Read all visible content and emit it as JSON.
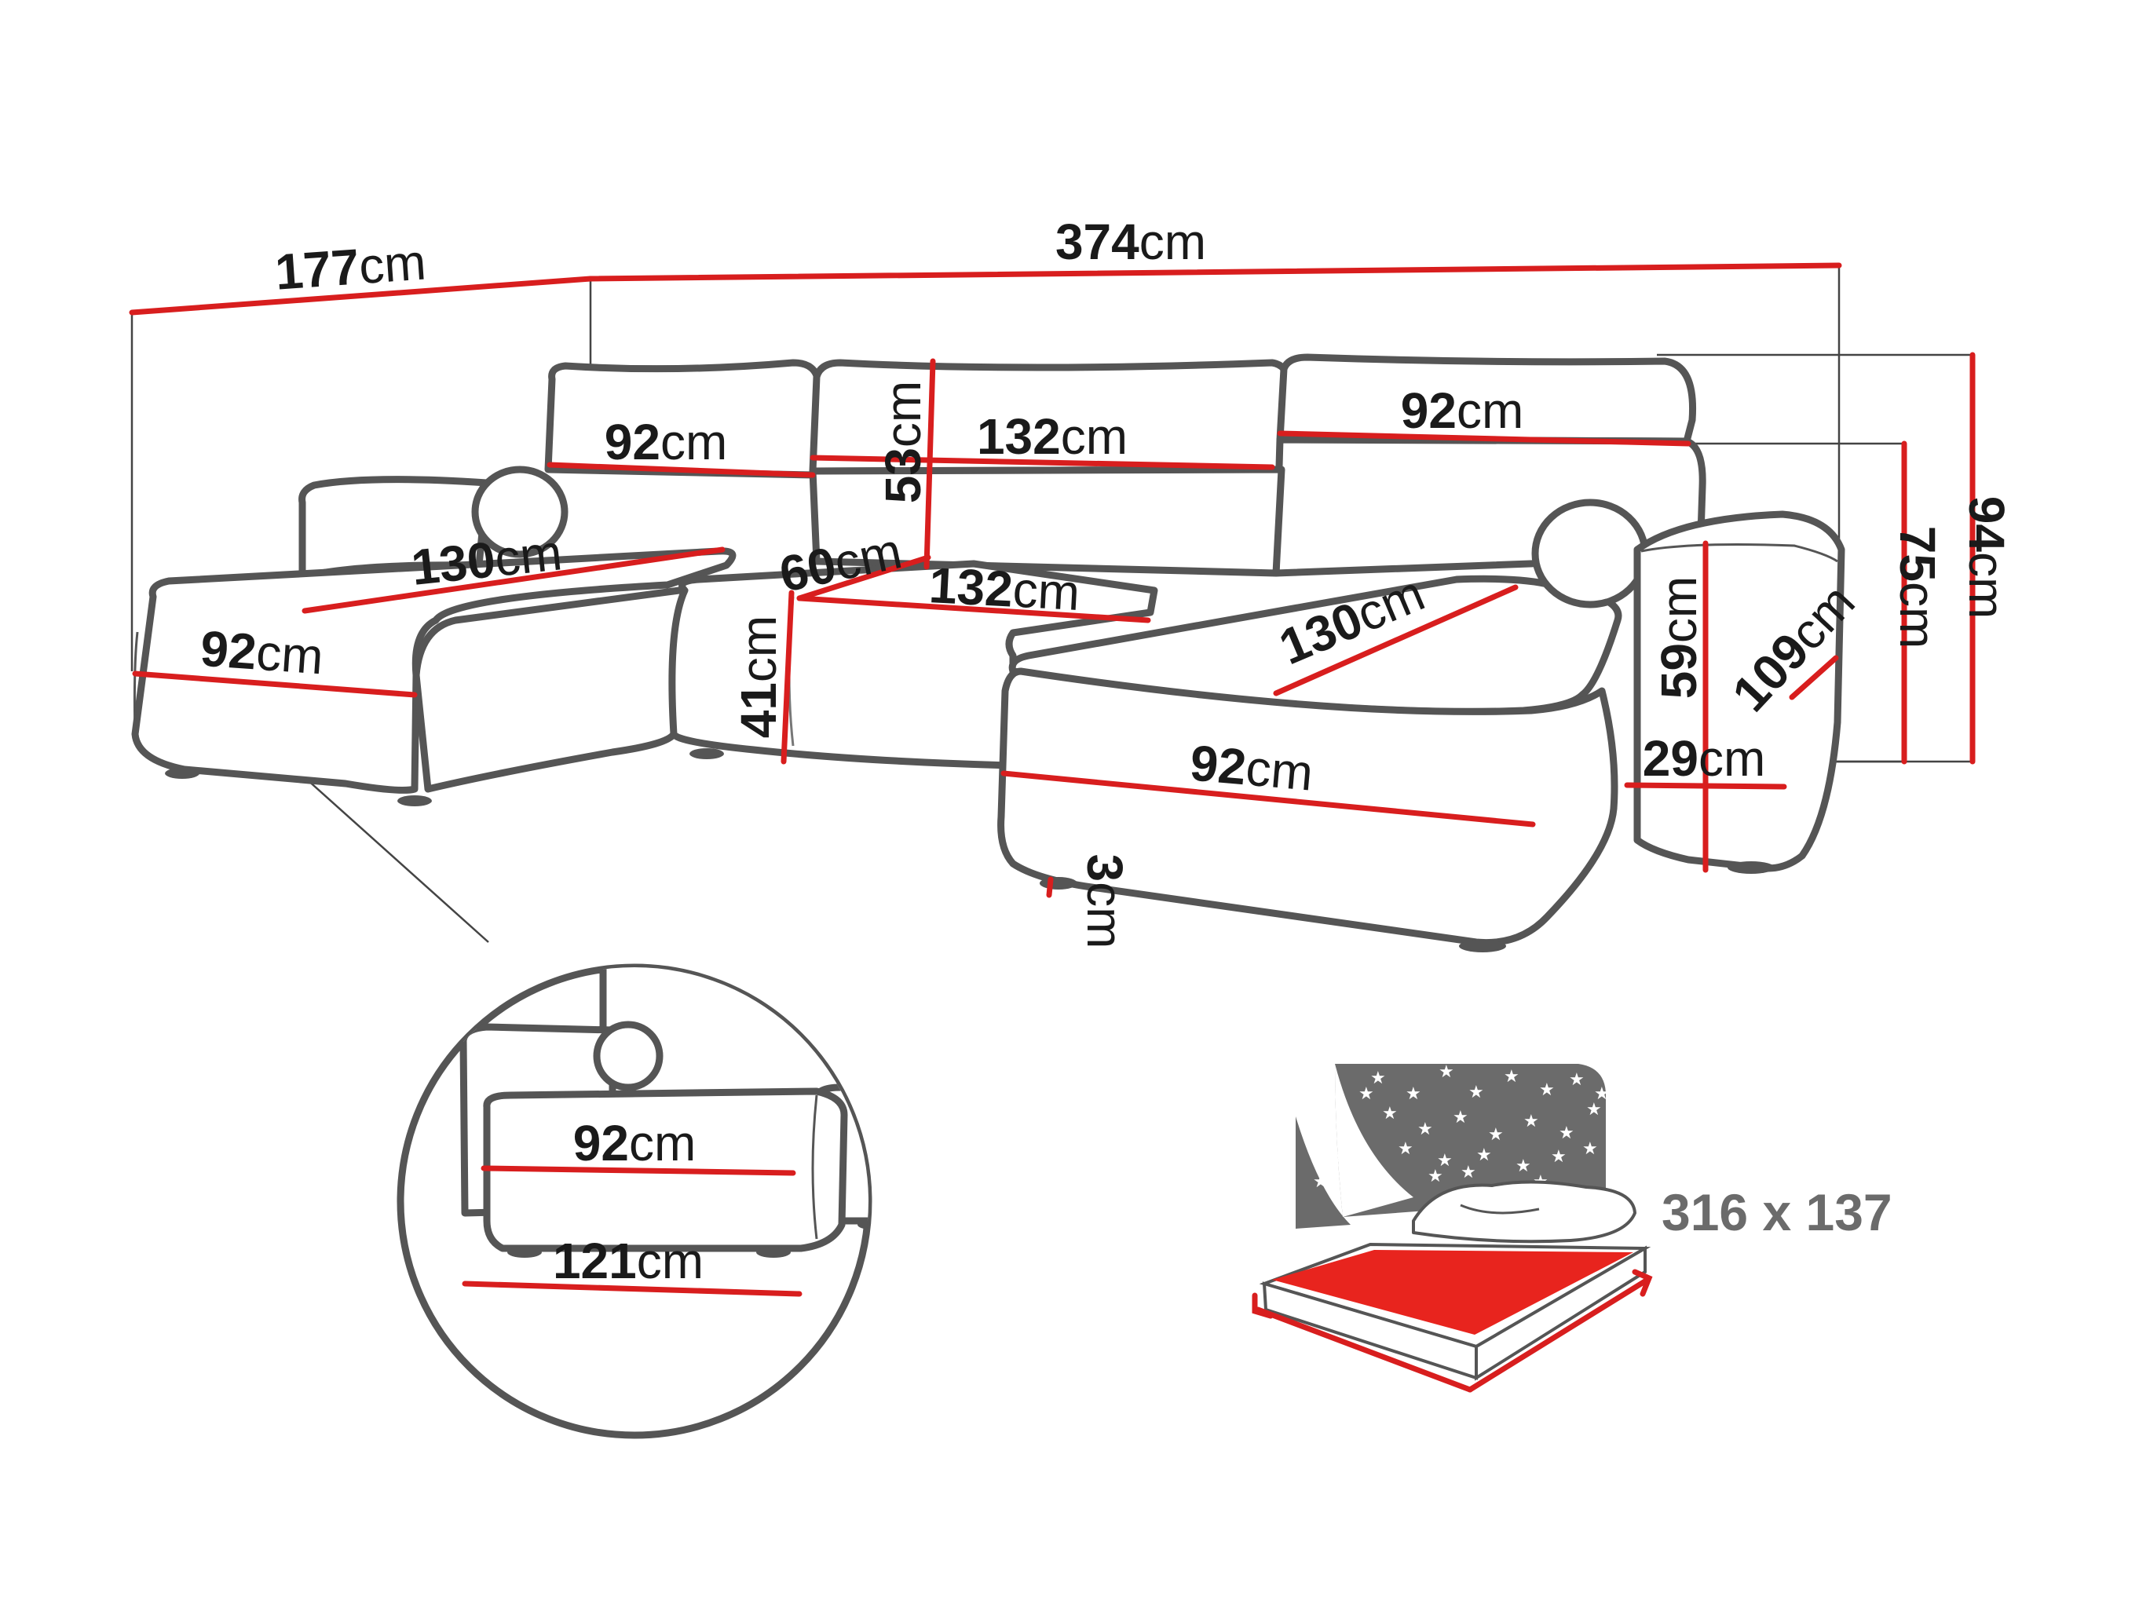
{
  "colors": {
    "dimension_line": "#d81e1e",
    "outline": "#555555",
    "bed_gray": "#6b6b6b",
    "bed_red": "#e8241e",
    "text": "#1a1a1a"
  },
  "dimensions": {
    "total_depth_left": {
      "value": "177",
      "unit": "cm"
    },
    "total_width": {
      "value": "374",
      "unit": "cm"
    },
    "back_left_width": {
      "value": "92",
      "unit": "cm"
    },
    "back_center_width": {
      "value": "132",
      "unit": "cm"
    },
    "back_right_width": {
      "value": "92",
      "unit": "cm"
    },
    "back_cushion_height": {
      "value": "53",
      "unit": "cm"
    },
    "chaise_left_length": {
      "value": "130",
      "unit": "cm"
    },
    "seat_depth": {
      "value": "60",
      "unit": "cm"
    },
    "seat_center_width": {
      "value": "132",
      "unit": "cm"
    },
    "chaise_right_length": {
      "value": "130",
      "unit": "cm"
    },
    "chaise_left_width": {
      "value": "92",
      "unit": "cm"
    },
    "seat_height": {
      "value": "41",
      "unit": "cm"
    },
    "chaise_right_width": {
      "value": "92",
      "unit": "cm"
    },
    "leg_height": {
      "value": "3",
      "unit": "cm"
    },
    "armrest_height": {
      "value": "59",
      "unit": "cm"
    },
    "armrest_depth": {
      "value": "109",
      "unit": "cm"
    },
    "armrest_width": {
      "value": "29",
      "unit": "cm"
    },
    "back_height": {
      "value": "75",
      "unit": "cm"
    },
    "total_height": {
      "value": "94",
      "unit": "cm"
    }
  },
  "detail": {
    "width": {
      "value": "92",
      "unit": "cm"
    },
    "length": {
      "value": "121",
      "unit": "cm"
    }
  },
  "bed": {
    "size_label": "316 x 137",
    "icons": [
      "stars-night-icon",
      "pillow-icon",
      "mattress-icon"
    ]
  }
}
